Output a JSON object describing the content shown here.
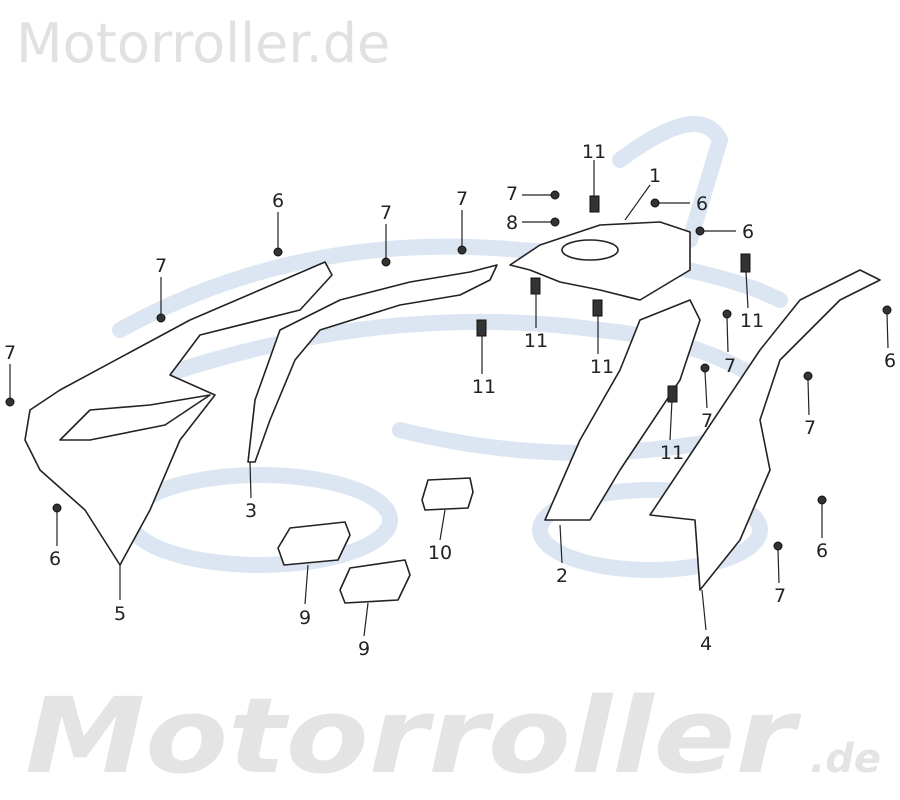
{
  "header": {
    "brand": "Motorroller.de"
  },
  "watermark": {
    "text": "Motorroller",
    "suffix": ".de",
    "logo_color": "#dbe6f2",
    "text_color": "#e4e4e4"
  },
  "callouts": [
    "11",
    "1",
    "7",
    "8",
    "6",
    "6",
    "6",
    "7",
    "7",
    "7",
    "7",
    "11",
    "11",
    "11",
    "11",
    "11",
    "7",
    "7",
    "6",
    "7",
    "6",
    "7",
    "6",
    "3",
    "5",
    "9",
    "9",
    "10",
    "2",
    "4"
  ]
}
